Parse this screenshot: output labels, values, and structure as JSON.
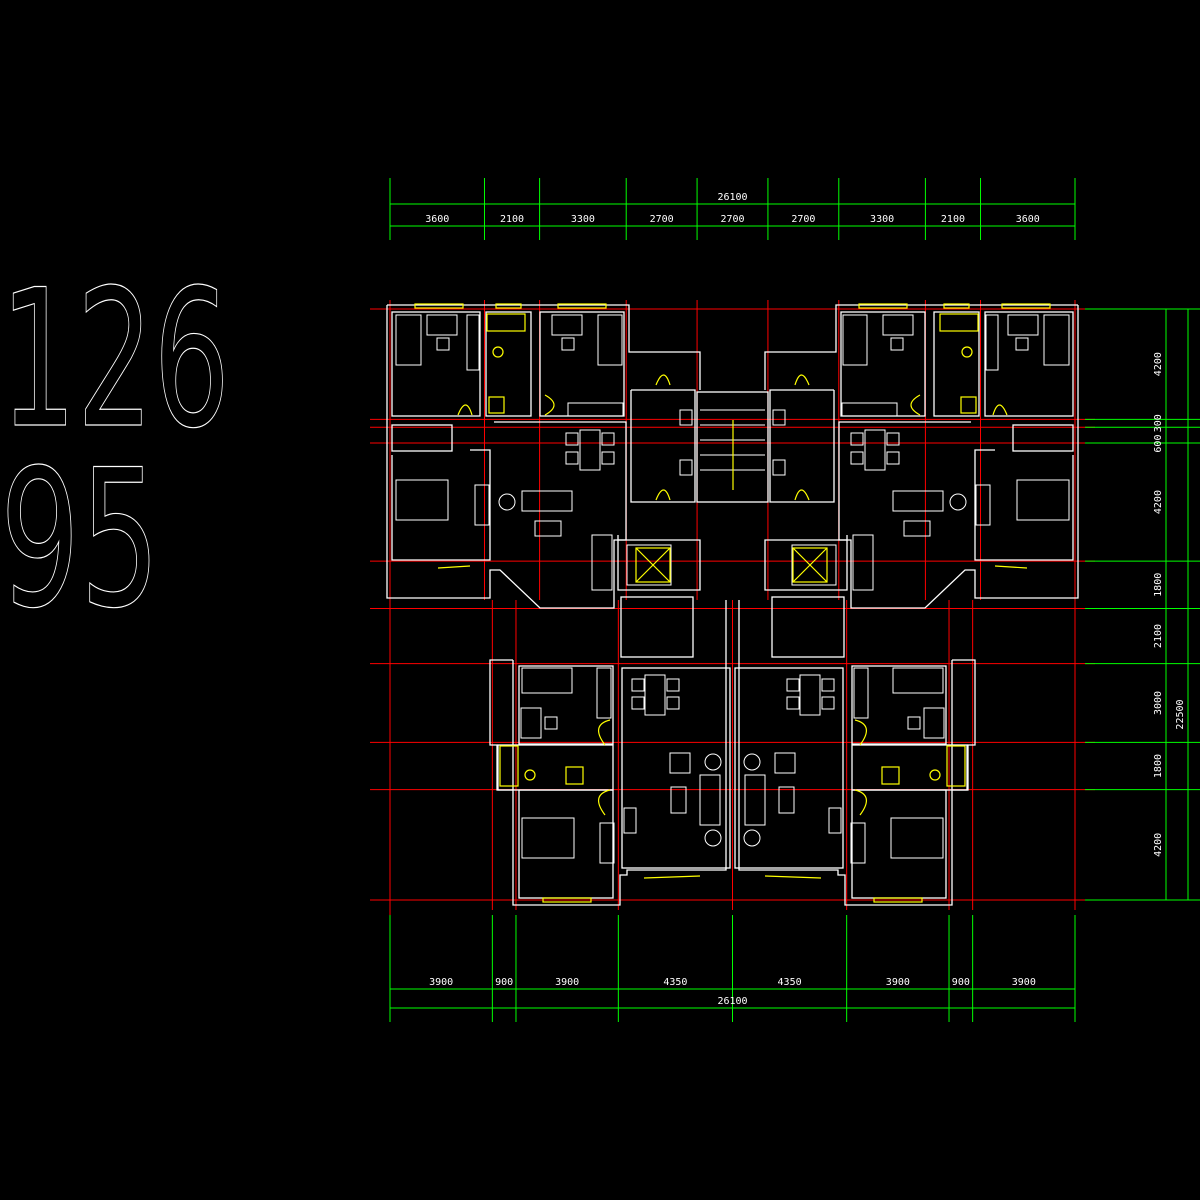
{
  "drawing": {
    "plan_code_line1": "126",
    "plan_code_line2": "95",
    "colors": {
      "background": "#000000",
      "axis_grid": "#ff0000",
      "dimension": "#00ff00",
      "wall": "#ffffff",
      "fixture": "#ffff00",
      "text": "#ffffff"
    }
  },
  "dimensions": {
    "top": {
      "total_label": "26100",
      "total_mm": 26100,
      "segments": [
        {
          "label": "3600",
          "mm": 3600
        },
        {
          "label": "2100",
          "mm": 2100
        },
        {
          "label": "3300",
          "mm": 3300
        },
        {
          "label": "2700",
          "mm": 2700
        },
        {
          "label": "2700",
          "mm": 2700
        },
        {
          "label": "2700",
          "mm": 2700
        },
        {
          "label": "3300",
          "mm": 3300
        },
        {
          "label": "2100",
          "mm": 2100
        },
        {
          "label": "3600",
          "mm": 3600
        }
      ]
    },
    "bottom": {
      "total_label": "26100",
      "total_mm": 26100,
      "segments": [
        {
          "label": "3900",
          "mm": 3900
        },
        {
          "label": "900",
          "mm": 900
        },
        {
          "label": "3900",
          "mm": 3900
        },
        {
          "label": "4350",
          "mm": 4350
        },
        {
          "label": "4350",
          "mm": 4350
        },
        {
          "label": "3900",
          "mm": 3900
        },
        {
          "label": "900",
          "mm": 900
        },
        {
          "label": "3900",
          "mm": 3900
        }
      ]
    },
    "right": {
      "total_label": "22500",
      "total_mm": 22500,
      "segments": [
        {
          "label": "4200",
          "mm": 4200
        },
        {
          "label": "300",
          "mm": 300
        },
        {
          "label": "600",
          "mm": 600
        },
        {
          "label": "4200",
          "mm": 4500
        },
        {
          "label": "1800",
          "mm": 1800
        },
        {
          "label": "2100",
          "mm": 2100
        },
        {
          "label": "3000",
          "mm": 3000
        },
        {
          "label": "1800",
          "mm": 1800
        },
        {
          "label": "4200",
          "mm": 4200
        }
      ]
    }
  }
}
